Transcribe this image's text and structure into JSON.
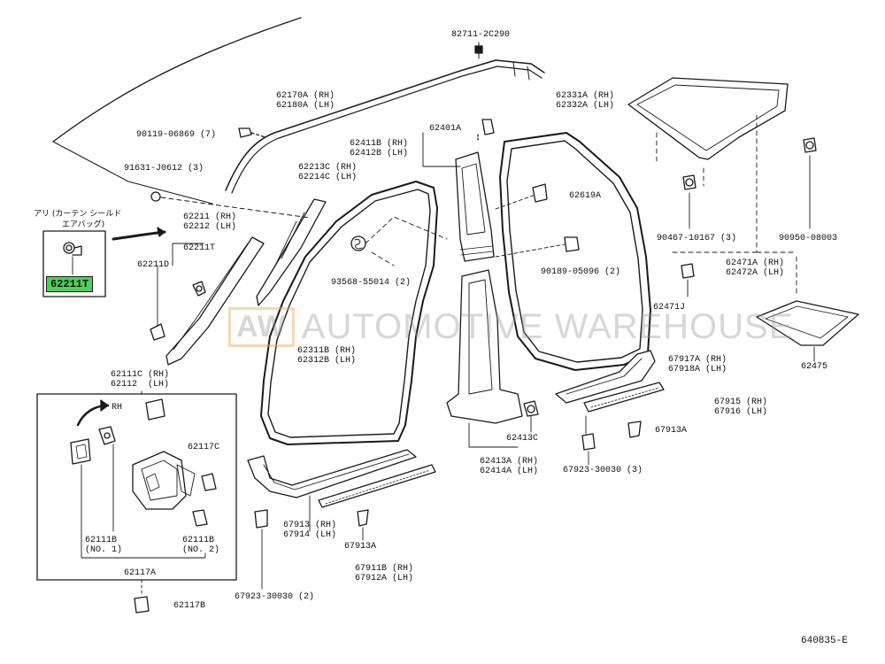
{
  "diagram_id": "640835-E",
  "watermark": {
    "logo": "AW",
    "text": "AUTOMOTIVE WAREHOUSE"
  },
  "airbag_note": {
    "line1": "アリ (カーテン シールド",
    "line2": "エアバッグ)"
  },
  "highlighted_part": "62211T",
  "inset": {
    "rh_label": "RH"
  },
  "labels": {
    "p82711": "82711-2C290",
    "p62170": "62170A (RH)\n62180A (LH)",
    "p90119": "90119-06869 (7)",
    "p91631": "91631-J0612 (3)",
    "p62213": "62213C (RH)\n62214C (LH)",
    "p62211": "62211 (RH)\n62212 (LH)",
    "p62211T": "62211T",
    "p62211D": "62211D",
    "p62401A": "62401A",
    "p62411B": "62411B (RH)\n62412B (LH)",
    "p62331": "62331A (RH)\n62332A (LH)",
    "p62619A": "62619A",
    "p93568": "93568-55014 (2)",
    "p90189": "90189-05096 (2)",
    "p90467": "90467-10167 (3)",
    "p90950": "90950-08003",
    "p62471A": "62471A (RH)\n62472A (LH)",
    "p62471J": "62471J",
    "p62475": "62475",
    "p62311": "62311B (RH)\n62312B (LH)",
    "p62111C": "62111C (RH)\n62112  (LH)",
    "p62117C": "62117C",
    "p62111B1": "62111B\n(NO. 1)",
    "p62111B2": "62111B\n(NO. 2)",
    "p62117A": "62117A",
    "p62117B": "62117B",
    "p67917": "67917A (RH)\n67918A (LH)",
    "p67915": "67915 (RH)\n67916 (LH)",
    "p67913A_r": "67913A",
    "p62413C": "62413C",
    "p62413A": "62413A (RH)\n62414A (LH)",
    "p67923_r": "67923-30030 (3)",
    "p67913": "67913 (RH)\n67914 (LH)",
    "p67913A_c": "67913A",
    "p67911B": "67911B (RH)\n67912A (LH)",
    "p67923_l": "67923-30030 (2)"
  }
}
